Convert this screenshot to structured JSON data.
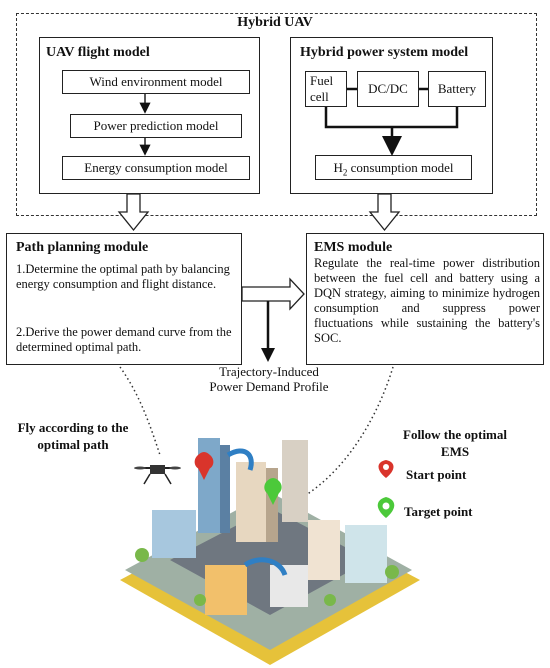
{
  "hybrid_uav": {
    "title": "Hybrid UAV",
    "flight_model": {
      "title": "UAV flight model",
      "wind": "Wind environment model",
      "power": "Power prediction model",
      "energy": "Energy consumption model"
    },
    "power_system": {
      "title": "Hybrid power system model",
      "fuel_cell": "Fuel cell",
      "dcdc": "DC/DC",
      "battery": "Battery",
      "h2_prefix": "H",
      "h2_sub": "2",
      "h2_suffix": " consumption model"
    }
  },
  "path_module": {
    "title": "Path planning module",
    "item1": "1.Determine the optimal path by balancing energy consumption and flight distance.",
    "item2": "2.Derive the power demand curve from the determined optimal path."
  },
  "ems_module": {
    "title": "EMS module",
    "text": "Regulate the real-time power distribution between the fuel cell and battery using a DQN strategy, aiming to minimize hydrogen consumption and suppress power fluctuations while sustaining the battery's SOC."
  },
  "profile_label": "Trajectory-Induced Power Demand Profile",
  "fly_label": "Fly according to the optimal path",
  "follow_label": "Follow the optimal EMS",
  "legend": {
    "start": "Start point",
    "target": "Target point",
    "start_color": "#d9342b",
    "target_color": "#4cc93a"
  }
}
